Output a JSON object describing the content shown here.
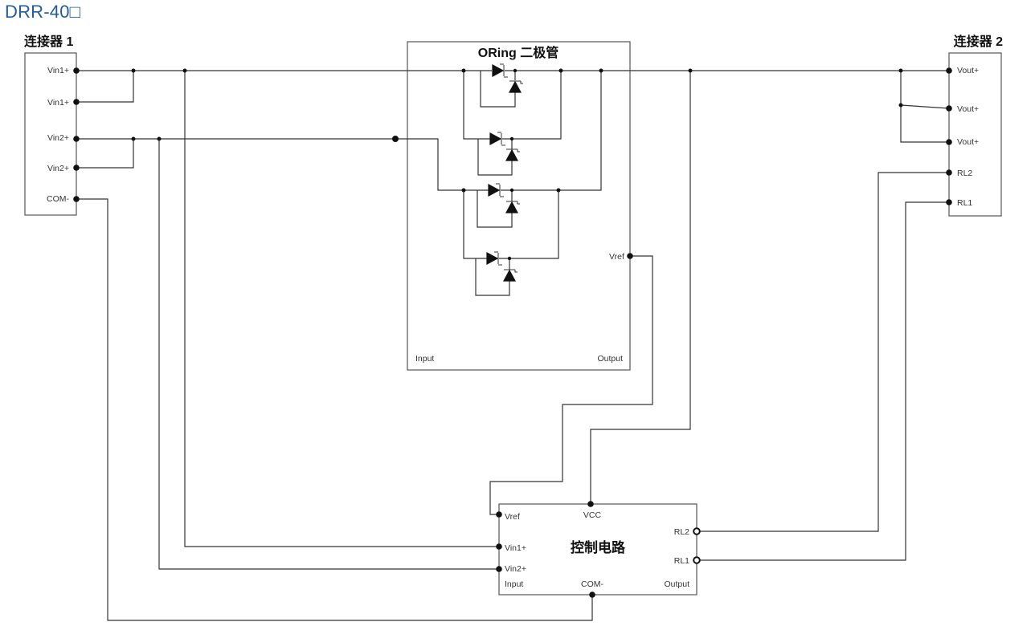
{
  "page": {
    "title": "DRR-40□"
  },
  "connector1": {
    "title": "连接器 1",
    "pins": [
      "Vin1+",
      "Vin1+",
      "Vin2+",
      "Vin2+",
      "COM-"
    ]
  },
  "connector2": {
    "title": "连接器 2",
    "pins": [
      "Vout+",
      "Vout+",
      "Vout+",
      "RL2",
      "RL1"
    ]
  },
  "oring": {
    "title": "ORing 二极管",
    "vref": "Vref",
    "input": "Input",
    "output": "Output"
  },
  "control": {
    "title": "控制电路",
    "vref": "Vref",
    "vcc": "VCC",
    "vin1": "Vin1+",
    "vin2": "Vin2+",
    "input": "Input",
    "com": "COM-",
    "output": "Output",
    "rl2": "RL2",
    "rl1": "RL1"
  }
}
